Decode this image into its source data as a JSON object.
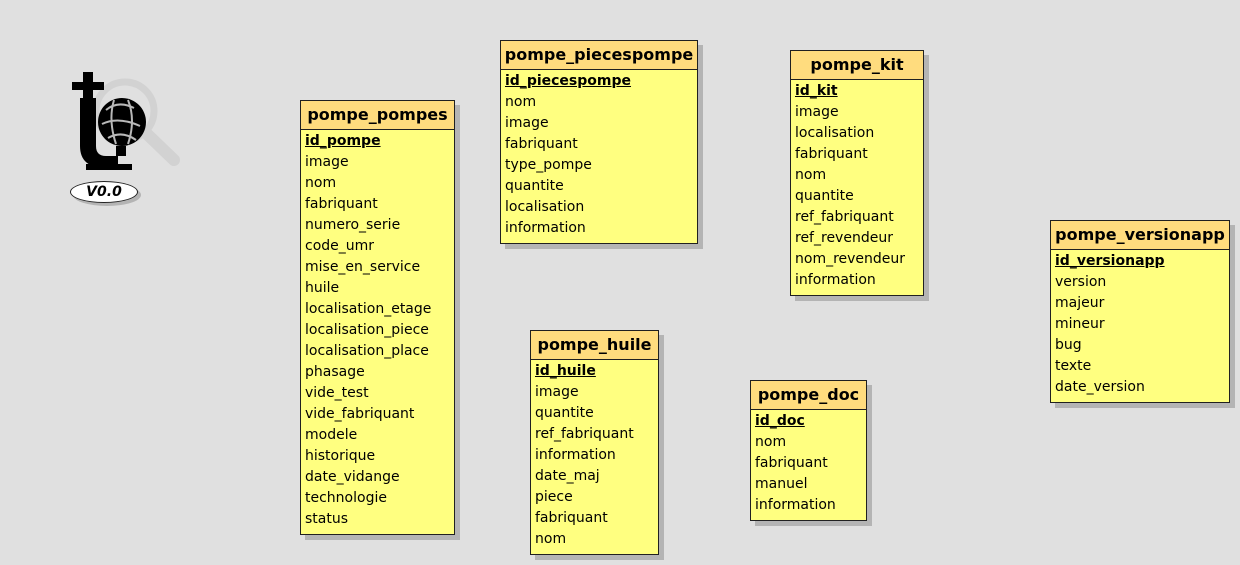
{
  "logo": {
    "icon": "pump-magnifier-logo",
    "version": "V0.0"
  },
  "tables": [
    {
      "id": "pompe_pompes",
      "title": "pompe_pompes",
      "fields": [
        "id_pompe",
        "image",
        "nom",
        "fabriquant",
        "numero_serie",
        "code_umr",
        "mise_en_service",
        "huile",
        "localisation_etage",
        "localisation_piece",
        "localisation_place",
        "phasage",
        "vide_test",
        "vide_fabriquant",
        "modele",
        "historique",
        "date_vidange",
        "technologie",
        "status"
      ]
    },
    {
      "id": "pompe_piecespompe",
      "title": "pompe_piecespompe",
      "fields": [
        "id_piecespompe",
        "nom",
        "image",
        "fabriquant",
        "type_pompe",
        "quantite",
        "localisation",
        "information"
      ]
    },
    {
      "id": "pompe_kit",
      "title": "pompe_kit",
      "fields": [
        "id_kit",
        "image",
        "localisation",
        "fabriquant",
        "nom",
        "quantite",
        "ref_fabriquant",
        "ref_revendeur",
        "nom_revendeur",
        "information"
      ]
    },
    {
      "id": "pompe_versionapp",
      "title": "pompe_versionapp",
      "fields": [
        "id_versionapp",
        "version",
        "majeur",
        "mineur",
        "bug",
        "texte",
        "date_version"
      ]
    },
    {
      "id": "pompe_huile",
      "title": "pompe_huile",
      "fields": [
        "id_huile",
        "image",
        "quantite",
        "ref_fabriquant",
        "information",
        "date_maj",
        "piece",
        "fabriquant",
        "nom"
      ]
    },
    {
      "id": "pompe_doc",
      "title": "pompe_doc",
      "fields": [
        "id_doc",
        "nom",
        "fabriquant",
        "manuel",
        "information"
      ]
    }
  ]
}
